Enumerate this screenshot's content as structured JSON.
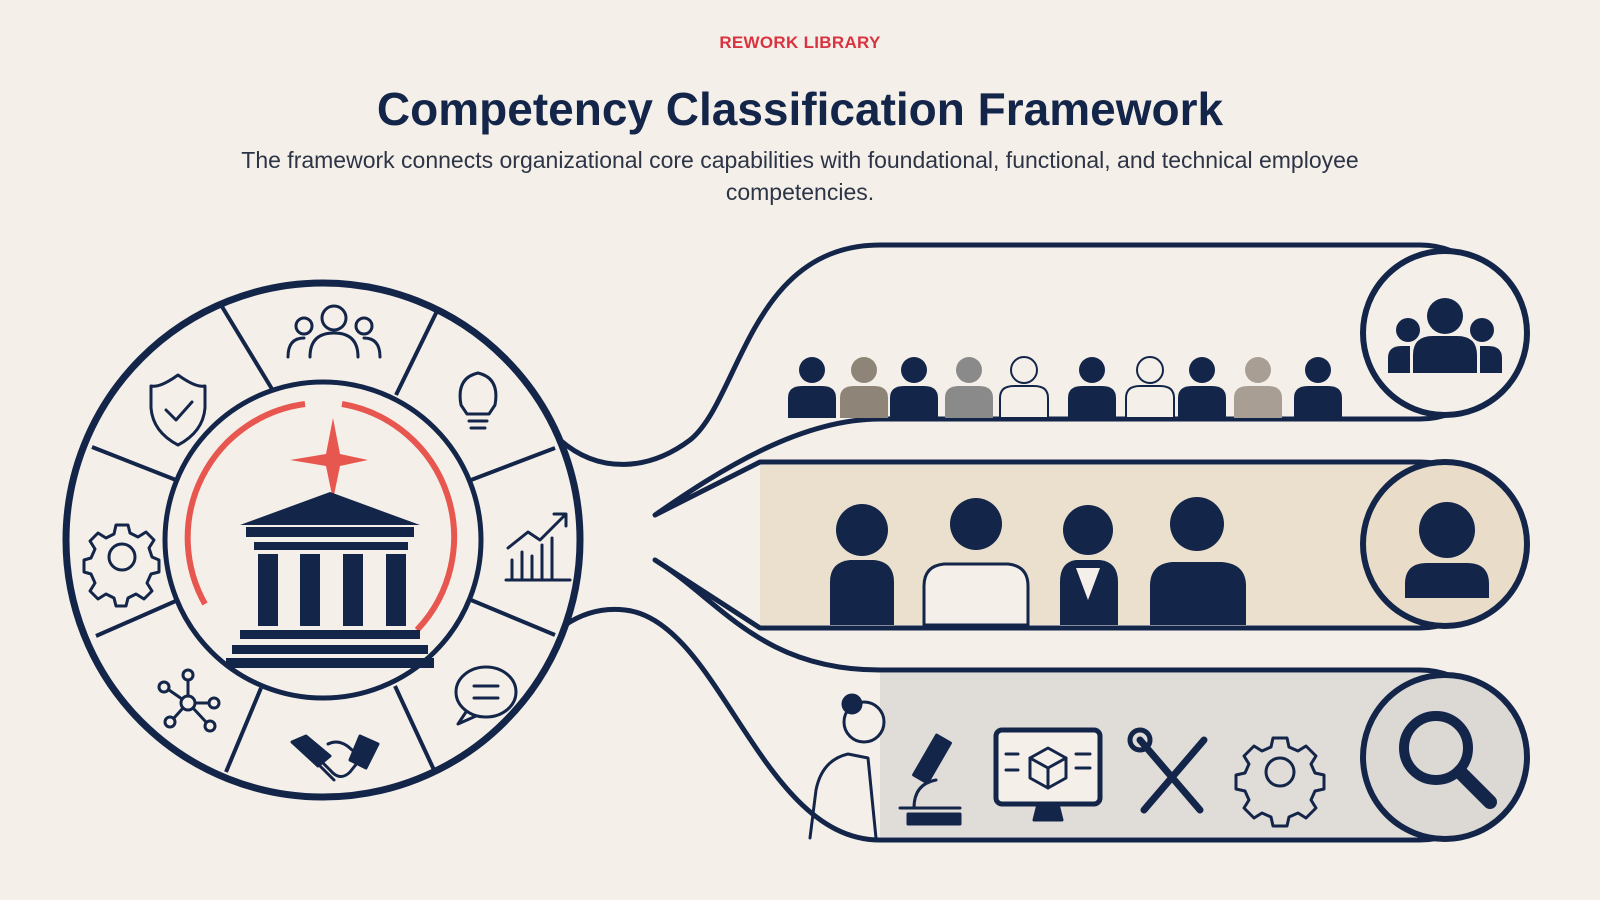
{
  "header": {
    "eyebrow": "REWORK LIBRARY",
    "title": "Competency Classification Framework",
    "subtitle": "The framework connects organizational core capabilities with foundational, functional, and technical employee competencies."
  },
  "colors": {
    "background": "#f4f0e9",
    "navy": "#14254a",
    "accent_red": "#e8574f",
    "eyebrow_red": "#d9333f",
    "band_top": "#f4f0e9",
    "band_middle": "#e9ddc9",
    "band_bottom": "#dcd9d5"
  },
  "hub": {
    "center_icon": "institution-with-star-icon",
    "segment_icons": [
      "people-group-icon",
      "lightbulb-icon",
      "growth-chart-icon",
      "chat-bubble-icon",
      "handshake-icon",
      "network-nodes-icon",
      "gear-icon",
      "shield-check-icon"
    ]
  },
  "branches": [
    {
      "icon": "group-icon",
      "content": "crowd-of-employees"
    },
    {
      "icon": "person-icon",
      "content": "four-employees"
    },
    {
      "icon": "magnifier-icon",
      "content": [
        "scientist-icon",
        "microscope-icon",
        "monitor-3d-cube-icon",
        "tools-icon",
        "gear-icon"
      ]
    }
  ]
}
